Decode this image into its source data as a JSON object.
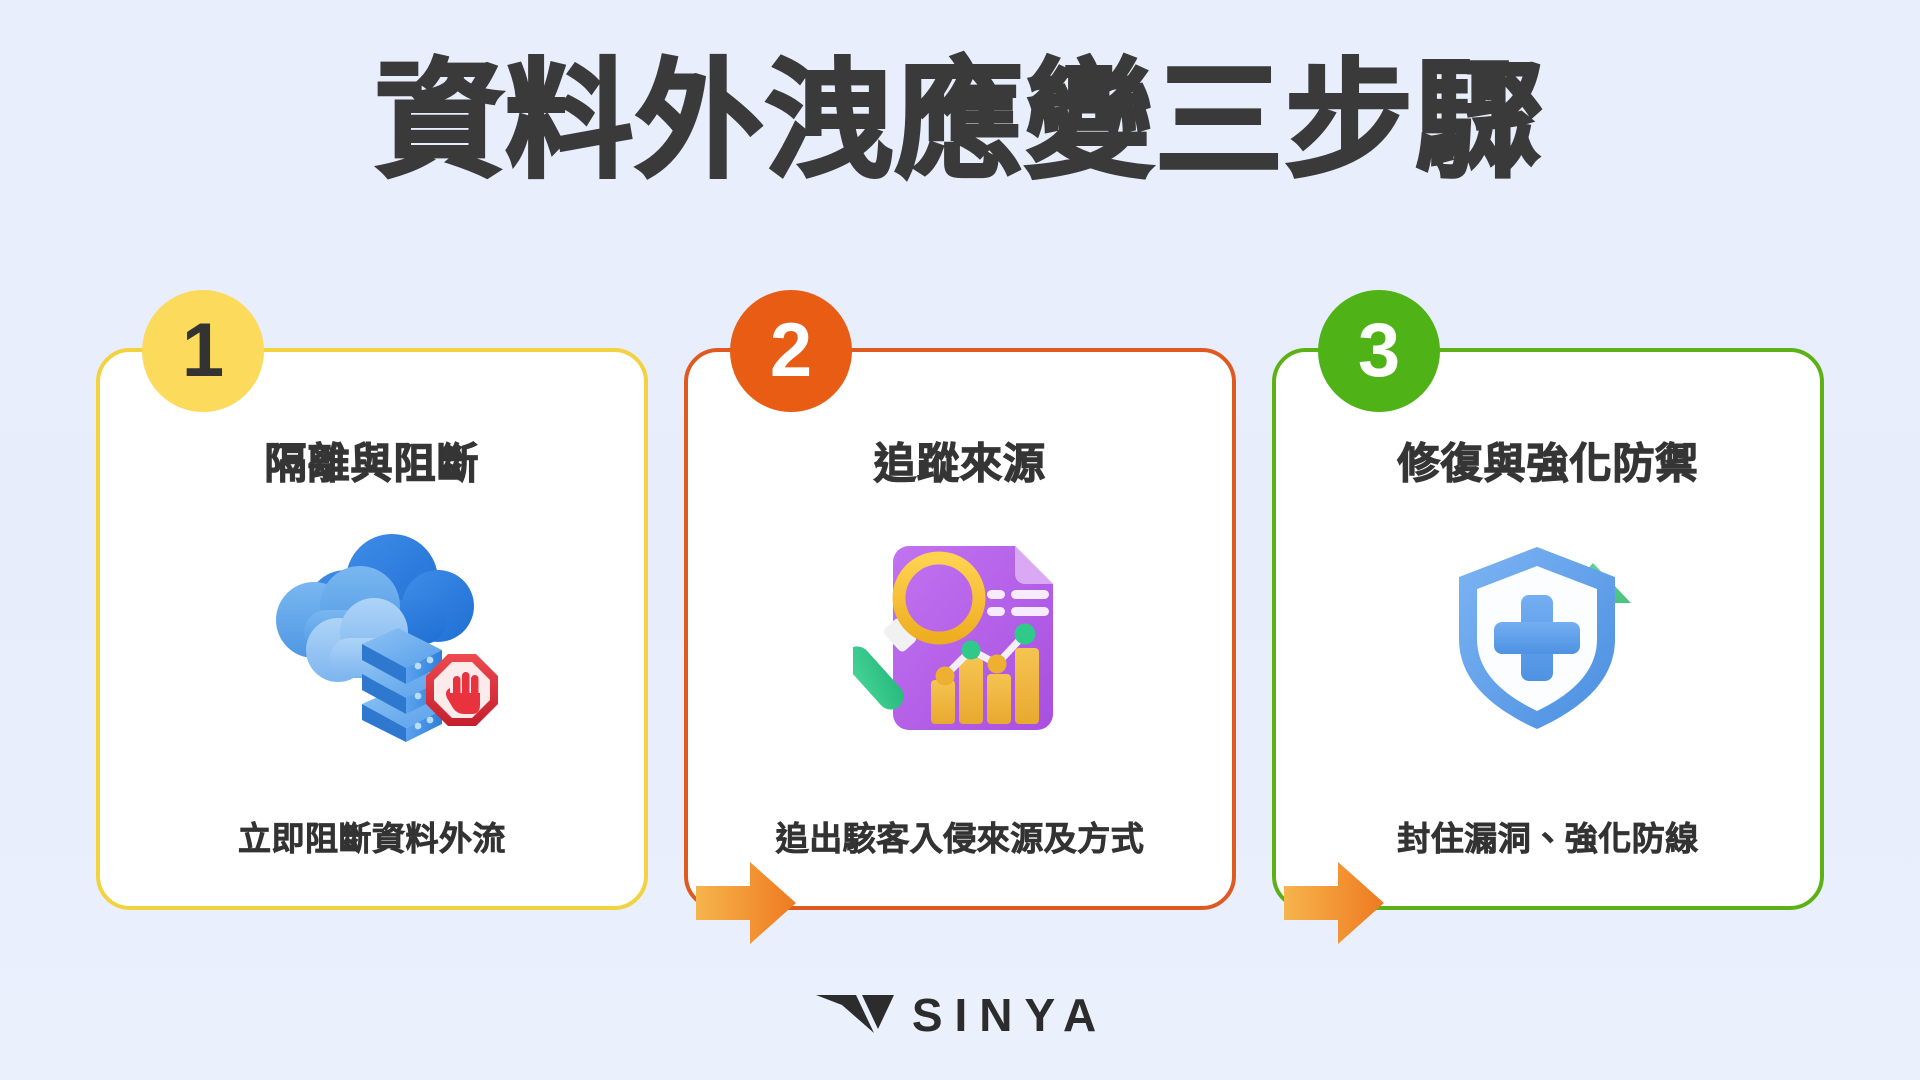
{
  "page": {
    "title": "資料外洩應變三步驟",
    "background_color": "#e8eefb",
    "title_color": "#3a3a3a"
  },
  "steps": [
    {
      "number": "1",
      "badge_color": "#fbda5c",
      "badge_text_color": "#333333",
      "border_color": "#f3d23f",
      "title": "隔離與阻斷",
      "caption": "立即阻斷資料外流",
      "icon_name": "cloud-server-stop-icon"
    },
    {
      "number": "2",
      "badge_color": "#e85c14",
      "badge_text_color": "#ffffff",
      "border_color": "#df5a20",
      "title": "追蹤來源",
      "caption": "追出駭客入侵來源及方式",
      "icon_name": "document-magnifier-chart-icon"
    },
    {
      "number": "3",
      "badge_color": "#4fb216",
      "badge_text_color": "#ffffff",
      "border_color": "#5cb116",
      "title": "修復與強化防禦",
      "caption": "封住漏洞、強化防線",
      "icon_name": "shield-cross-uparrow-icon"
    }
  ],
  "connectors": [
    {
      "icon_name": "arrow-right-icon",
      "color": "#f08a26"
    },
    {
      "icon_name": "arrow-right-icon",
      "color": "#f08a26"
    }
  ],
  "footer": {
    "logo_text": "SINYA",
    "logo_mark": "v-mark-icon",
    "logo_color": "#2c2c2c"
  }
}
